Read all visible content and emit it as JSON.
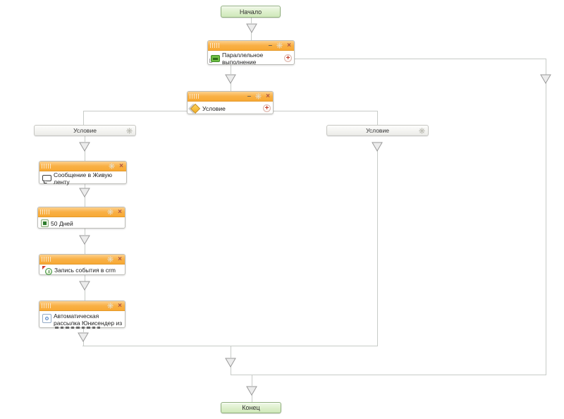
{
  "flow": {
    "start_label": "Начало",
    "end_label": "Конец"
  },
  "controls": {
    "minimize": "–",
    "close": "×",
    "add": "+"
  },
  "blocks": {
    "parallel": {
      "line1": "Параллельное",
      "line2": "выполнение",
      "icon": "parallel-execution-icon"
    },
    "condition": {
      "line1": "Условие",
      "icon": "condition-diamond-icon"
    },
    "branch_left": {
      "label": "Условие",
      "icon": "gear-icon"
    },
    "branch_right": {
      "label": "Условие",
      "icon": "gear-icon"
    },
    "message": {
      "line1": "Сообщение в Живую",
      "line2": "ленту",
      "icon": "livefeed-message-icon"
    },
    "delay": {
      "line1": "50 Дней",
      "icon": "delay-icon"
    },
    "crm_event": {
      "line1": "Запись события в crm",
      "icon": "crm-event-icon"
    },
    "mailing": {
      "line1": "Автоматическая",
      "line2": "рассылка Юнисендер из",
      "clipped": "true",
      "icon": "mailing-icon"
    }
  },
  "colors": {
    "titlebar_orange": "#f9b045",
    "terminator_green": "#ddefcb",
    "terminator_border": "#8fae7c",
    "connector_gray": "#c7cbc7",
    "add_button_red": "#c23b2a",
    "close_red": "#ad5544"
  }
}
